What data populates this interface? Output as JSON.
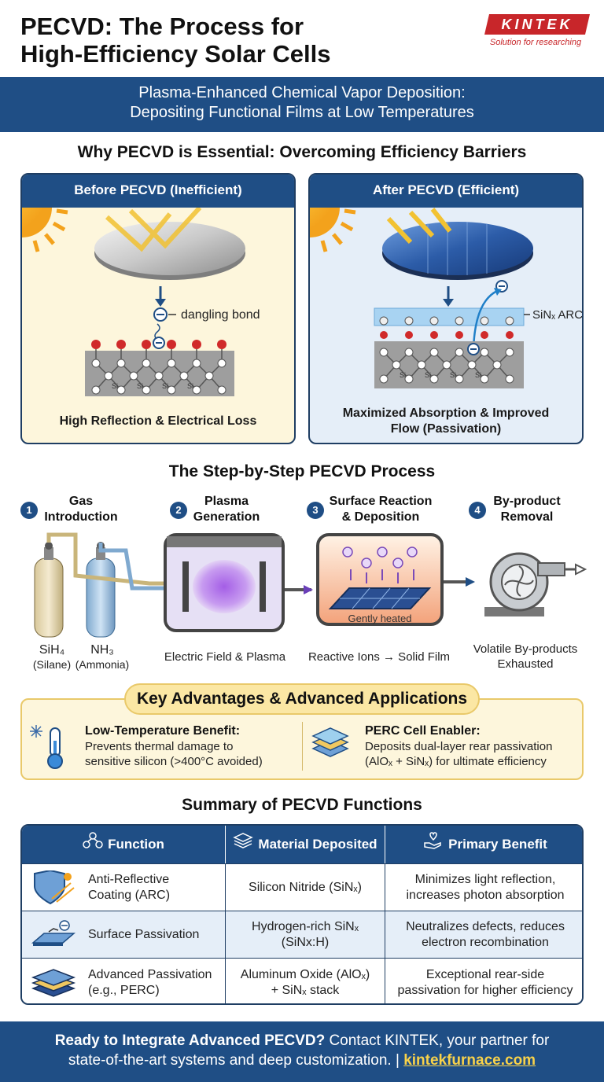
{
  "header": {
    "title_line1": "PECVD: The Process for",
    "title_line2": "High-Efficiency Solar Cells",
    "logo_text": "KINTEK",
    "logo_tagline": "Solution for researching"
  },
  "subtitle": {
    "line1": "Plasma-Enhanced Chemical Vapor Deposition:",
    "line2": "Depositing Functional Films at Low Temperatures"
  },
  "why": {
    "heading": "Why PECVD is Essential: Overcoming Efficiency Barriers",
    "before": {
      "title": "Before PECVD (Inefficient)",
      "annotation": "dangling bond",
      "caption": "High Reflection & Electrical Loss",
      "lattice_label": "Si"
    },
    "after": {
      "title": "After PECVD (Efficient)",
      "annotation": "SiNₓ ARC",
      "caption_line1": "Maximized Absorption & Improved",
      "caption_line2": "Flow (Passivation)",
      "lattice_label": "Si"
    }
  },
  "process": {
    "heading": "The Step-by-Step PECVD Process",
    "steps": [
      {
        "num": "1",
        "title_line1": "Gas",
        "title_line2": "Introduction"
      },
      {
        "num": "2",
        "title_line1": "Plasma",
        "title_line2": "Generation"
      },
      {
        "num": "3",
        "title_line1": "Surface Reaction",
        "title_line2": "& Deposition"
      },
      {
        "num": "4",
        "title_line1": "By-product",
        "title_line2": "Removal"
      }
    ],
    "gas1_formula": "SiH₄",
    "gas1_name": "(Silane)",
    "gas2_formula": "NH₃",
    "gas2_name": "(Ammonia)",
    "caption_plasma": "Electric Field & Plasma",
    "heated_label": "Gently heated",
    "caption_reaction": "Reactive Ions → Solid Film",
    "caption_exhaust_line1": "Volatile By-products",
    "caption_exhaust_line2": "Exhausted"
  },
  "advantages": {
    "heading": "Key Advantages & Advanced Applications",
    "left_title": "Low-Temperature Benefit:",
    "left_text_line1": "Prevents thermal damage to",
    "left_text_line2": "sensitive silicon (>400°C avoided)",
    "right_title": "PERC Cell Enabler:",
    "right_text_line1": "Deposits dual-layer rear passivation",
    "right_text_line2": "(AlOₓ + SiNₓ) for ultimate efficiency"
  },
  "summary": {
    "heading": "Summary of PECVD Functions",
    "columns": [
      "Function",
      "Material Deposited",
      "Primary Benefit"
    ],
    "rows": [
      {
        "function_line1": "Anti-Reflective",
        "function_line2": "Coating (ARC)",
        "material_line1": "Silicon Nitride (SiNₓ)",
        "material_line2": "",
        "benefit_line1": "Minimizes light reflection,",
        "benefit_line2": "increases photon absorption"
      },
      {
        "function_line1": "Surface Passivation",
        "function_line2": "",
        "material_line1": "Hydrogen-rich SiNₓ",
        "material_line2": "(SiNx:H)",
        "benefit_line1": "Neutralizes defects, reduces",
        "benefit_line2": "electron recombination"
      },
      {
        "function_line1": "Advanced Passivation",
        "function_line2": "(e.g., PERC)",
        "material_line1": "Aluminum Oxide (AlOₓ)",
        "material_line2": "+ SiNₓ stack",
        "benefit_line1": "Exceptional rear-side",
        "benefit_line2": "passivation for higher efficiency"
      }
    ]
  },
  "footer": {
    "bold_text": "Ready to Integrate Advanced PECVD?",
    "text": " Contact KINTEK, your partner for",
    "line2": "state-of-the-art systems and deep customization. | ",
    "link": "kintekfurnace.com"
  },
  "colors": {
    "navy": "#1f4e85",
    "cream": "#fdf6dc",
    "gold": "#e9c96a",
    "brand_red": "#c8262a"
  }
}
